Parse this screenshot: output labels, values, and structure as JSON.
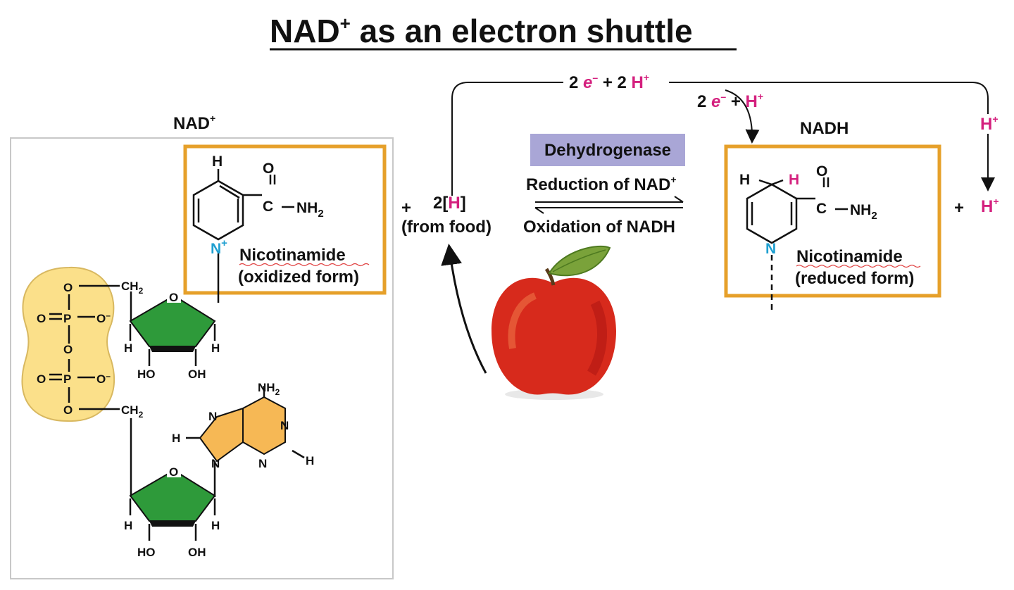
{
  "title": {
    "main": "NAD",
    "sup": "+",
    "rest": " as an electron shuttle"
  },
  "nad_plus_label": {
    "main": "NAD",
    "sup": "+"
  },
  "nadh_label": "NADH",
  "enzyme": "Dehydrogenase",
  "reaction_forward": {
    "main": "Reduction of NAD",
    "sup": "+"
  },
  "reaction_reverse": "Oxidation of NADH",
  "plus_sign": "+",
  "food_hydrogen": {
    "coef": "2",
    "open": "[",
    "h": "H",
    "close": "]",
    "note": "(from food)"
  },
  "electrons_top": {
    "coef_e": "2 ",
    "e": "e",
    "e_sup": "–",
    "plus": " + 2 ",
    "h": "H",
    "h_sup": "+"
  },
  "electrons_branch": {
    "coef_e": "2 ",
    "e": "e",
    "e_sup": "–",
    "plus": " + ",
    "h": "H",
    "h_sup": "+"
  },
  "proton_side": {
    "h": "H",
    "sup": "+"
  },
  "proton_product": {
    "h": "H",
    "sup": "+"
  },
  "oxidized": {
    "name": "Nicotinamide",
    "form": "(oxidized form)"
  },
  "reduced": {
    "name": "Nicotinamide",
    "form": "(reduced form)"
  },
  "atoms": {
    "h": "H",
    "o": "O",
    "nh2_main": "NH",
    "nh2_sub": "2",
    "n": "N",
    "n_plus": "+",
    "ch2_main": "CH",
    "ch2_sub": "2",
    "p": "P",
    "o_minus": "O",
    "minus": "–",
    "oh": "HO",
    "oh2": "OH"
  },
  "colors": {
    "box_orange": "#e6a02a",
    "enzyme_bg": "#a9a6d6",
    "ribose_green": "#2e9a3a",
    "phosphate_yellow": "#fbe08a",
    "adenine_orange": "#f6b855",
    "pink": "#d4207e",
    "cyan": "#1e9fd0"
  }
}
